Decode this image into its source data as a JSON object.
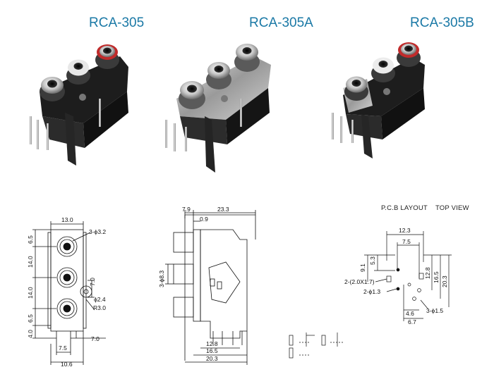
{
  "products": {
    "a": {
      "title": "RCA-305"
    },
    "b": {
      "title": "RCA-305A"
    },
    "c": {
      "title": "RCA-305B"
    }
  },
  "front_view": {
    "width_top": "13.0",
    "jack_spec": "3-ϕ3.2",
    "dim_6_5_top": "6.5",
    "dim_14_a": "14.0",
    "dim_14_b": "14.0",
    "dim_4_0": "4.0",
    "dim_6_5_bot": "6.5",
    "dim_7_0_side": "7.0",
    "dim_2_4": "ϕ2.4",
    "dim_r3": "R3.0",
    "dim_7_0_bot": "7.0",
    "dim_7_5": "7.5",
    "dim_10_6": "10.6"
  },
  "side_view": {
    "dim_7_9": "7.9",
    "dim_23_3": "23.3",
    "dim_0_9": "0.9",
    "dim_8_3": "3-ϕ8.3",
    "dim_12_8": "12.8",
    "dim_16_5": "16.5",
    "dim_20_3": "20.3"
  },
  "pcb": {
    "title": "P.C.B LAYOUT    TOP VIEW",
    "dim_12_3": "12.3",
    "dim_7_5": "7.5",
    "dim_9_1": "9.1",
    "dim_5_3": "5.3",
    "dim_12_8": "12.8",
    "dim_16_5": "16.5",
    "dim_20_3": "20.3",
    "slot_spec": "2-(2.0X1.7)",
    "hole_small": "2-ϕ1.3",
    "hole_large": "3-ϕ1.5",
    "dim_4_6": "4.6",
    "dim_6_7": "6.7"
  }
}
